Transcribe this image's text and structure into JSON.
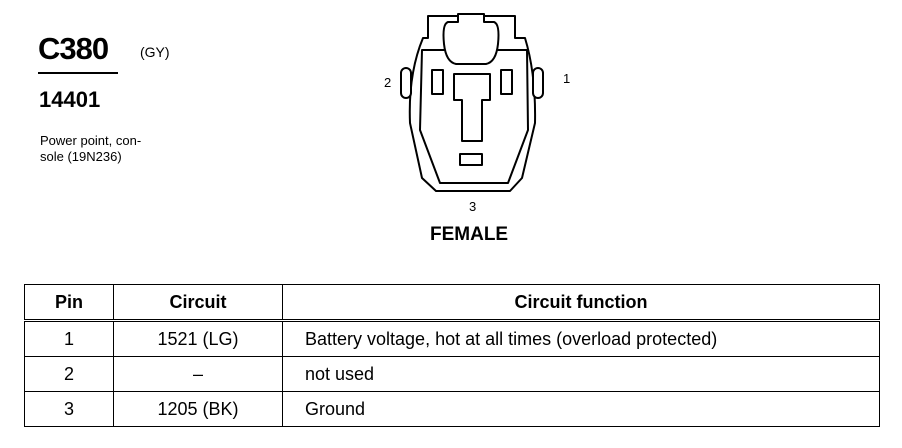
{
  "connector": {
    "id": "C380",
    "color": "(GY)",
    "part_number": "14401",
    "description_lines": [
      "Power point, con-",
      "sole (19N236)"
    ],
    "view": "FEMALE",
    "pin_labels": {
      "left": "2",
      "right": "1",
      "bottom": "3"
    }
  },
  "table": {
    "headers": {
      "pin": "Pin",
      "circuit": "Circuit",
      "function": "Circuit function"
    },
    "rows": [
      {
        "pin": "1",
        "circuit": "1521 (LG)",
        "function": "Battery voltage, hot at all times (overload protected)"
      },
      {
        "pin": "2",
        "circuit": "–",
        "function": "not used"
      },
      {
        "pin": "3",
        "circuit": "1205 (BK)",
        "function": "Ground"
      }
    ]
  }
}
